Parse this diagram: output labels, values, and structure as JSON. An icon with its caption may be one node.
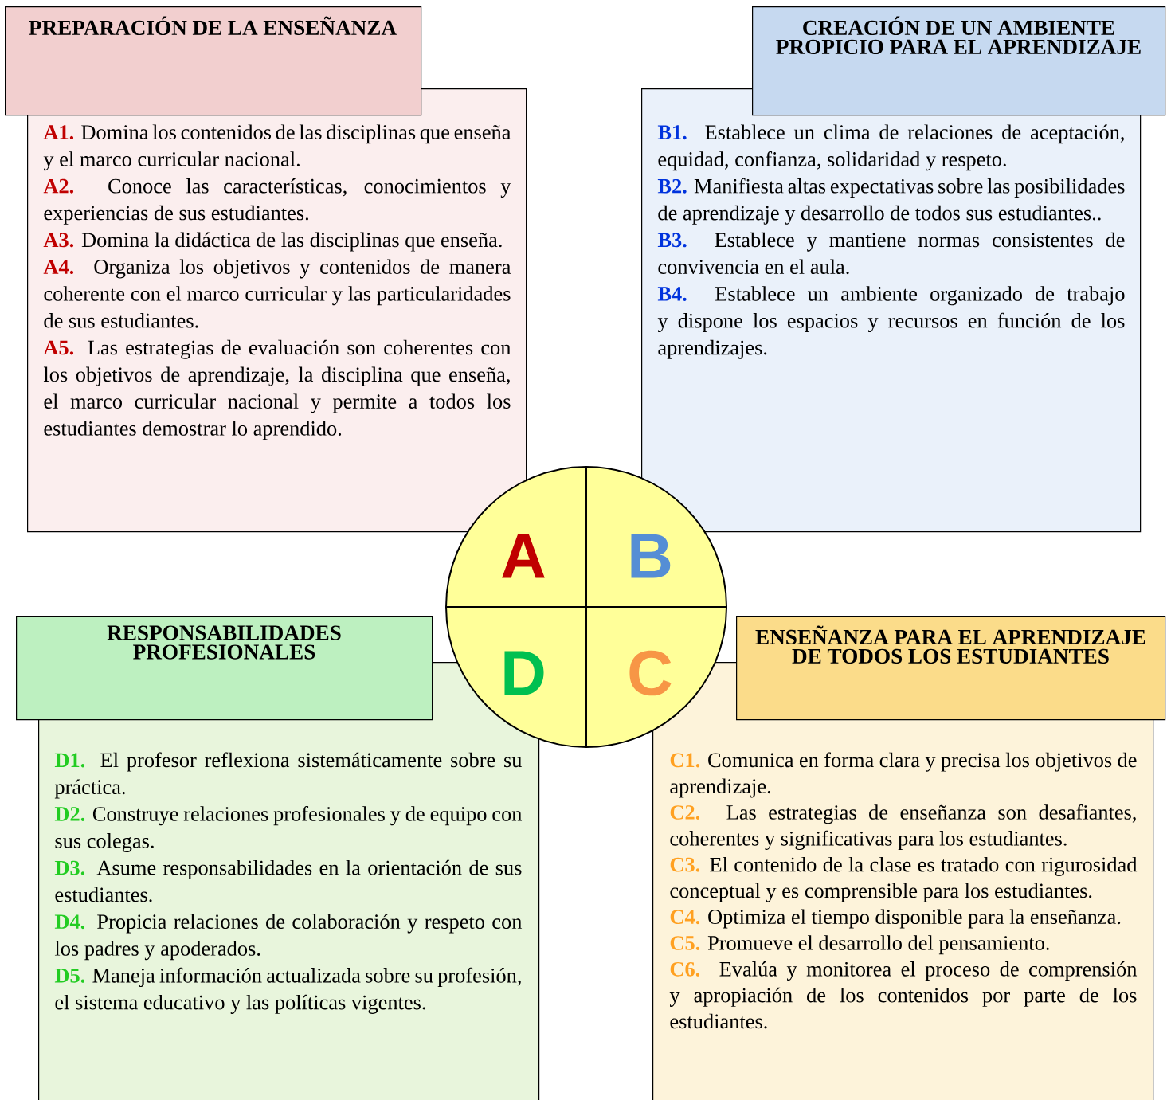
{
  "diagram": {
    "nodes": [
      {
        "text": [
          "PREPARACIÓN DE LA ENSEÑANZA"
        ]
      },
      {
        "text": [
          "A1.",
          "Domina los contenidos de las disciplinas que enseña y el marco curricular nacional.",
          "A2.",
          "Conoce las características, conocimientos y experiencias de sus estudiantes.",
          "A3.",
          "Domina la didáctica de las disciplinas que enseña.",
          "A4.",
          "Organiza los objetivos y contenidos de manera coherente con el marco curricular y las particularidades de sus estudiantes.",
          "A5.",
          "Las estrategias de evaluación son coherentes con los objetivos de aprendizaje, la disciplina que enseña, el marco curricular nacional y permite a todos los estudiantes demostrar lo aprendido."
        ]
      },
      {
        "text": [
          "CREACIÓN DE UN AMBIENTE PROPICIO PARA EL APRENDIZAJE"
        ]
      },
      {
        "text": [
          "B1.",
          "Establece un clima de relaciones de aceptación, equidad, confianza, solidaridad y respeto.",
          "B2.",
          "Manifiesta altas expectativas sobre las posibilidades de aprendizaje y desarrollo de todos sus estudiantes..",
          "B3.",
          "Establece y mantiene normas consistentes de convivencia en el aula.",
          "B4.",
          "Establece un ambiente organizado de trabajo y dispone los espacios y recursos en función de los aprendizajes."
        ]
      },
      {
        "text": [
          "A",
          "B",
          "D",
          "C"
        ]
      },
      {
        "text": [
          "RESPONSABILIDADES PROFESIONALES"
        ]
      },
      {
        "text": [
          "D1.",
          "El profesor reflexiona sistemáticamente sobre su práctica.",
          "D2.",
          "Construye relaciones profesionales y de equipo con sus colegas.",
          "D3.",
          "Asume responsabilidades en la orientación de sus estudiantes.",
          "D4.",
          "Propicia relaciones de colaboración y respeto con los padres y apoderados.",
          "D5.",
          "Maneja información actualizada sobre su profesión, el sistema educativo y las políticas vigentes."
        ]
      },
      {
        "text": [
          "ENSEÑANZA PARA EL APRENDIZAJE DE TODOS LOS ESTUDIANTES"
        ]
      },
      {
        "text": [
          "C1.",
          "Comunica en forma clara y precisa los objetivos de aprendizaje.",
          "C2.",
          "Las estrategias de enseñanza son desafiantes, coherentes y significativas para los estudiantes.",
          "C3.",
          "El contenido de la clase es tratado con rigurosidad conceptual y es comprensible para los estudiantes.",
          "C4.",
          "Optimiza el tiempo disponible para la enseñanza.",
          "C5.",
          "Promueve el desarrollo del pensamiento.",
          "C6.",
          "Evalúa y monitorea el proceso de comprensión y apropiación de los contenidos por parte de los estudiantes."
        ]
      }
    ]
  }
}
